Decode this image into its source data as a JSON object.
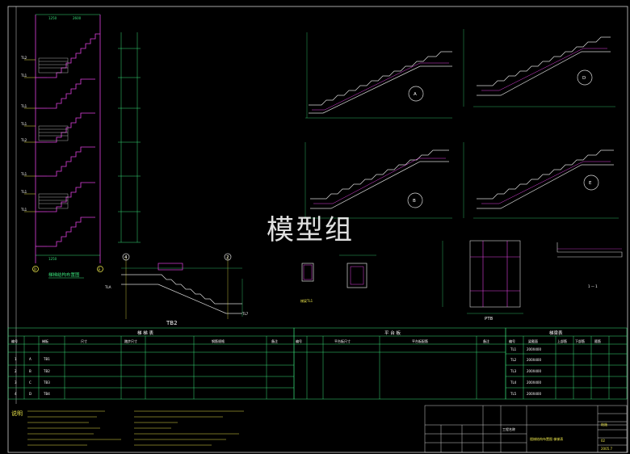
{
  "watermark": "模型组",
  "drawing": {
    "plan_title": "梯梯结构布置图",
    "plan_dims": [
      "1250",
      "1250",
      "2600"
    ],
    "plan_levels": [
      "TL2",
      "TL1",
      "TL1",
      "TL1",
      "TL2",
      "TL1",
      "TL1",
      "TL1"
    ],
    "axis_labels": [
      "D",
      "E",
      "4",
      "2"
    ],
    "flight_labels": [
      "A",
      "D",
      "B",
      "E"
    ],
    "section_titles": {
      "tb2": "TB2",
      "pt8": "PT8",
      "sec11": "1 — 1",
      "tl1": "梯梁TL1"
    },
    "tl_labels": [
      "TLA",
      "TL7"
    ]
  },
  "tables": {
    "stair_table_title": "梯 梯 表",
    "platform_table_title": "平 台 板",
    "beam_table_title": "梯梁表",
    "stair_headers": [
      "编号",
      "梯板",
      "尺寸",
      "踏步尺寸",
      "钢筋规格",
      "备注"
    ],
    "platform_headers": [
      "编号",
      "平台板尺寸",
      "平台板配筋",
      "备注"
    ],
    "beam_headers": [
      "编号",
      "梁截面",
      "上部筋",
      "下部筋",
      "箍筋"
    ],
    "stair_rows": [
      [
        "1",
        "A",
        "TB1"
      ],
      [
        "2",
        "B",
        "TB2"
      ],
      [
        "3",
        "C",
        "TB3"
      ],
      [
        "4",
        "D",
        "TB4"
      ]
    ],
    "beam_rows": [
      [
        "TL1",
        "200X400"
      ],
      [
        "TL2",
        "200X400"
      ],
      [
        "TL3",
        "200X400"
      ],
      [
        "TL4",
        "200X400"
      ],
      [
        "TL5",
        "200X400"
      ]
    ]
  },
  "notes": {
    "heading": "说明"
  },
  "title_block": {
    "project_label": "工程名称",
    "drawing_name": "楼梯结构布置图 梯梯表",
    "drawing_no": "结施",
    "sheet": "02",
    "date": "2005.7"
  },
  "colors": {
    "background": "#000000",
    "stair_outline": "#e040e0",
    "dimension_green": "#39e07a",
    "label_yellow": "#e8e24a",
    "frame_white": "#dddddd"
  }
}
